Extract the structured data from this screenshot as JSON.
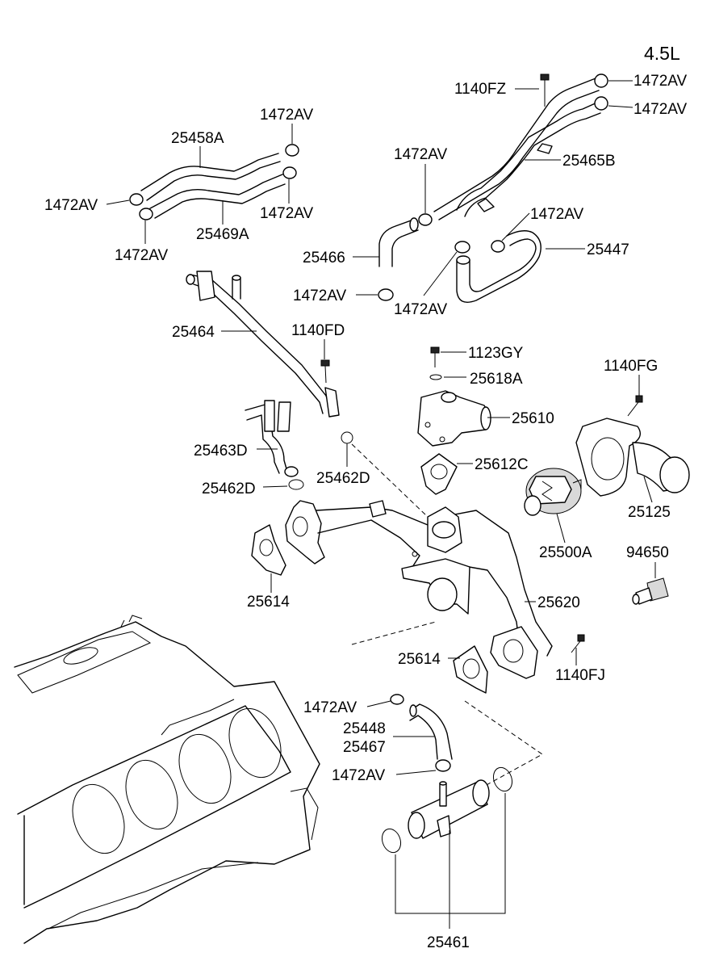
{
  "title": "4.5L",
  "labels": {
    "clamp": "1472AV",
    "bolt_1140FZ": "1140FZ",
    "hose_25458A": "25458A",
    "hose_25469A": "25469A",
    "pipe_25465B": "25465B",
    "hose_25466": "25466",
    "hose_25447": "25447",
    "pipe_25464": "25464",
    "bolt_1140FD": "1140FD",
    "bolt_1123GY": "1123GY",
    "oring_25618A": "25618A",
    "bolt_1140FG": "1140FG",
    "housing_25610": "25610",
    "gasket_25612C": "25612C",
    "fitting_25125": "25125",
    "thermostat_25500A": "25500A",
    "sensor_94650": "94650",
    "pipe_25463D": "25463D",
    "oring_25462D": "25462D",
    "gasket_25614": "25614",
    "manifold_25620": "25620",
    "bolt_1140FJ": "1140FJ",
    "hose_25448": "25448",
    "hose_25467": "25467",
    "pipe_25461": "25461"
  }
}
